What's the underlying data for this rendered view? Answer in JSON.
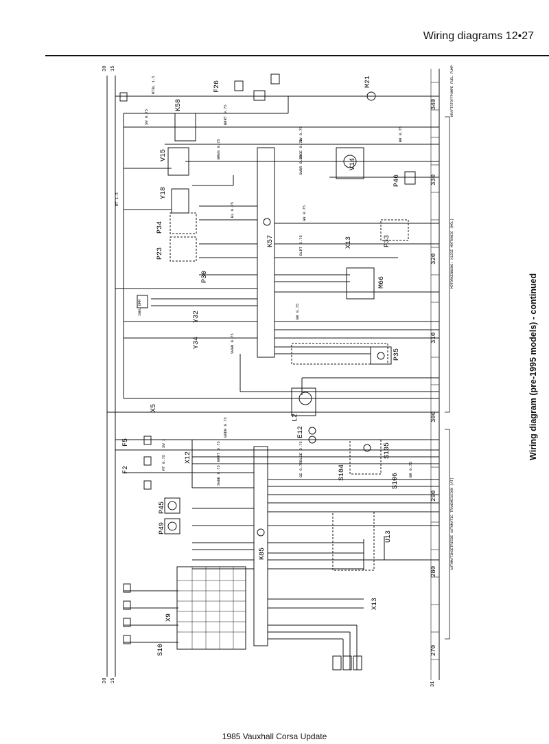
{
  "header": {
    "title": "Wiring diagrams",
    "page": "12•27"
  },
  "caption": "Wiring diagram (pre-1995 models) - continued",
  "footer": "1985 Vauxhall Corsa Update",
  "rails": {
    "top_left": [
      "30",
      "15"
    ],
    "bottom_left": [
      "30",
      "15"
    ],
    "bottom_right": "31"
  },
  "right_bus": {
    "numbers": [
      "340",
      "330",
      "320",
      "310",
      "300",
      "290",
      "280",
      "270"
    ],
    "group_labels": [
      "KRAFTSTOFFPUMPE FUEL PUMP",
      "MOTORKENNUNG: X12SZ MOTRONIC (MOL)",
      "AUTOMATIKGETRIEBE AUTOMATIC TRANSMISSION (AT)"
    ]
  },
  "components": {
    "fuel_pump": "M21",
    "fuel_relay": "K58",
    "fuse_f26": "F26",
    "v15": "V15",
    "y18": "Y18",
    "p34": "P34",
    "p23": "P23",
    "p30": "P30",
    "y32": "Y32",
    "y34": "Y34",
    "ecu_motronic": "K57",
    "v14": "V14",
    "p46": "P46",
    "p33": "P33",
    "x13": "X13",
    "m66": "M66",
    "p35": "P35",
    "l2": "L2",
    "e12": "E12",
    "s105": "S105",
    "s104": "S104",
    "s106": "S106",
    "f5": "F5",
    "f2": "F2",
    "x12": "X12",
    "p45": "P45",
    "p49": "P49",
    "ecu_at": "K85",
    "u13": "U13",
    "s10": "S10",
    "x9": "X9",
    "x5": "X5",
    "inkl_dmm": "INKL DMM"
  },
  "wire_labels": {
    "top": [
      "RTBL 1.5",
      "SW 0.75",
      "BRRT 0.75",
      "SW 0.75",
      "BR 0.75",
      "RT 1.5"
    ],
    "middle": [
      "BRWS 0.75",
      "BRGE 0.75",
      "SWBR 0.75",
      "GN 0.75",
      "BL 0.75",
      "BLRT 0.75",
      "BR 0.75",
      "SWGN 0.75"
    ],
    "lower": [
      "GRDN 0.75",
      "SW 1",
      "RT 0.75",
      "SWGE 0.75",
      "BLGE 0.75",
      "BRRT 0.75",
      "GE 0.75",
      "BR 0.75"
    ]
  }
}
